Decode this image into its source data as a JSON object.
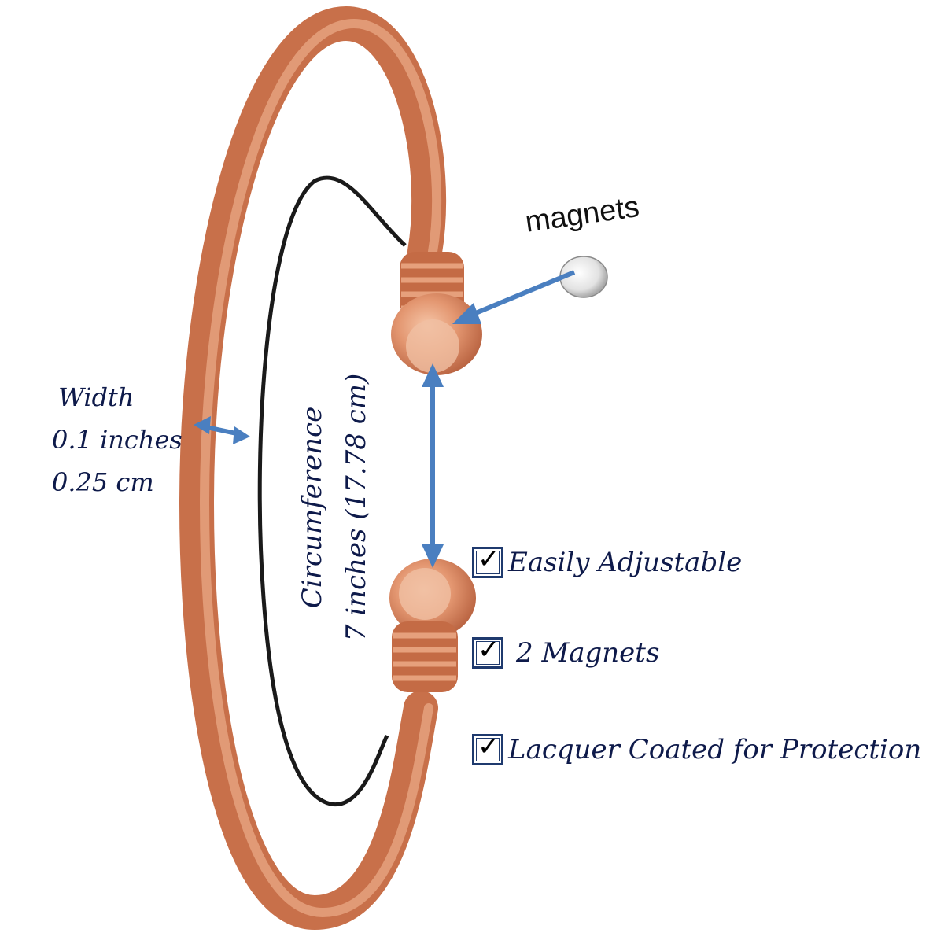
{
  "callouts": {
    "magnets": "magnets",
    "width": {
      "label": "Width",
      "inches": "0.1 inches",
      "cm": "0.25 cm"
    },
    "circumference": {
      "label": "Circumference",
      "value": "7 inches (17.78 cm)"
    }
  },
  "features": [
    {
      "label": "Easily Adjustable",
      "checked": true
    },
    {
      "label": "2 Magnets",
      "checked": true
    },
    {
      "label": "Lacquer Coated for Protection",
      "checked": true
    }
  ],
  "colors": {
    "copper": "#d9825a",
    "copper_dark": "#b4603c",
    "arrow": "#4a7fc0",
    "text_navy": "#0e1a4a",
    "checkbox_border": "#1f3a6e"
  }
}
